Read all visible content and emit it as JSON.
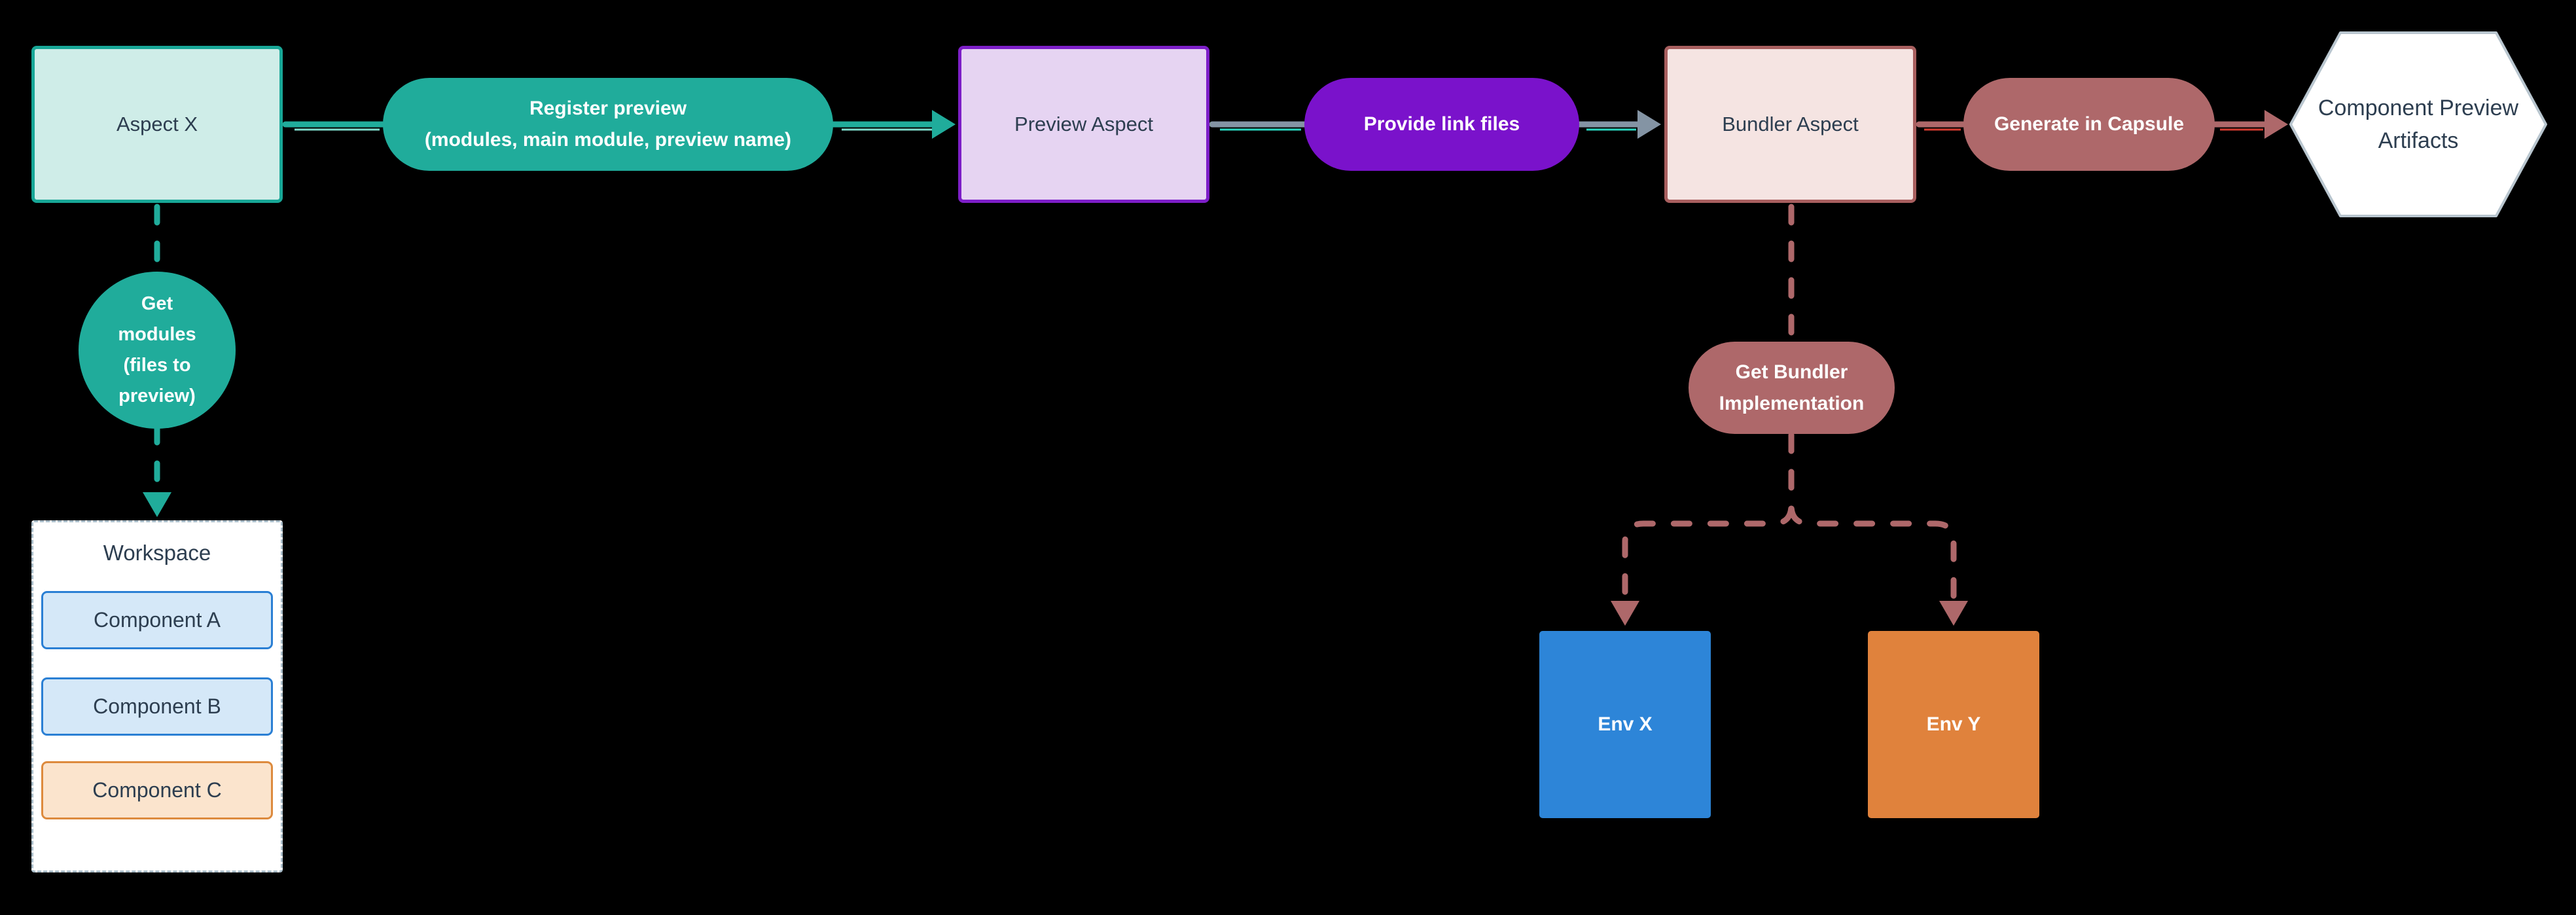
{
  "diagram_type": "flowchart",
  "background": "#000000",
  "nodes": {
    "aspect_x": {
      "label": "Aspect X",
      "fill": "#cfede8",
      "border": "#18a797"
    },
    "register_preview": {
      "lines": [
        "Register preview",
        "(modules, main module, preview name)"
      ],
      "fill": "#20ac9b",
      "text_color": "#ffffff"
    },
    "preview_aspect": {
      "label": "Preview Aspect",
      "fill": "#e6d4f2",
      "border": "#7d1ec8"
    },
    "provide_link_files": {
      "label": "Provide link files",
      "fill": "#7a12cb",
      "text_color": "#ffffff"
    },
    "bundler_aspect": {
      "label": "Bundler Aspect",
      "fill": "#f5e4e2",
      "border": "#a85f5f"
    },
    "generate_in_capsule": {
      "label": "Generate in Capsule",
      "fill": "#ae686a",
      "text_color": "#ffffff"
    },
    "component_preview_artifacts": {
      "lines": [
        "Component Preview",
        "Artifacts"
      ],
      "fill": "#ffffff",
      "border": "#b9c6cf"
    },
    "get_modules": {
      "lines": [
        "Get",
        "modules",
        "(files to",
        "preview)"
      ],
      "fill": "#20ac9b",
      "text_color": "#ffffff"
    },
    "get_bundler_implementation": {
      "lines": [
        "Get Bundler",
        "Implementation"
      ],
      "fill": "#ae686a",
      "text_color": "#ffffff"
    },
    "env_x": {
      "label": "Env X",
      "fill": "#2d85d8",
      "text_color": "#ffffff"
    },
    "env_y": {
      "label": "Env Y",
      "fill": "#e0823c",
      "text_color": "#ffffff"
    }
  },
  "workspace": {
    "title": "Workspace",
    "components": [
      {
        "label": "Component A",
        "fill": "#d5e8f8",
        "border": "#2a7fd4"
      },
      {
        "label": "Component B",
        "fill": "#d5e8f8",
        "border": "#2a7fd4"
      },
      {
        "label": "Component C",
        "fill": "#fbe4cd",
        "border": "#dd8a3d"
      }
    ]
  },
  "edge_colors": {
    "teal": "#20ac9b",
    "gray": "#8494a4",
    "rose": "#ae686a",
    "teal_accent": "#7fdccd",
    "cyan_accent": "#2bd6c0",
    "red_accent": "#d23b30"
  },
  "text_color_dark": "#2d3e50"
}
